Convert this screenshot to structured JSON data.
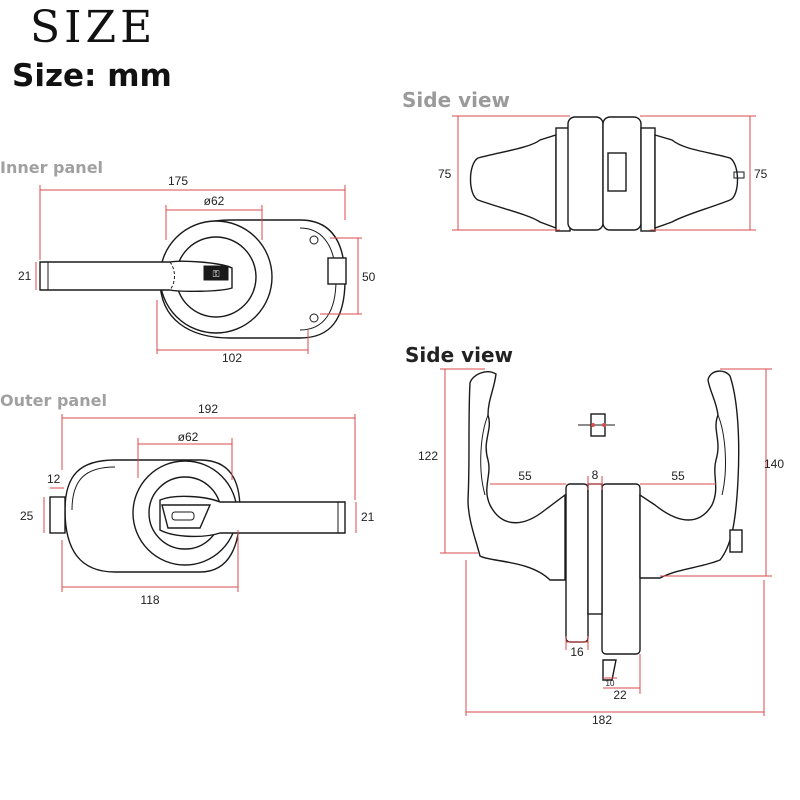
{
  "title": "SIZE",
  "subtitle": "Size: mm",
  "labels": {
    "inner_panel": "Inner panel",
    "outer_panel": "Outer panel",
    "side_view_top": "Side view",
    "side_view_bottom": "Side view"
  },
  "dimensions": {
    "inner": {
      "width": "175",
      "bore": "ø62",
      "height_left": "21",
      "height_right": "50",
      "body_width": "102"
    },
    "outer": {
      "width": "192",
      "bore": "ø62",
      "offset": "12",
      "height_left": "25",
      "height_right": "21",
      "body_width": "118"
    },
    "side_top": {
      "left_height": "75",
      "right_height": "75"
    },
    "side_bottom": {
      "left_height": "122",
      "right_height": "140",
      "left_reach": "55",
      "gap": "8",
      "right_reach": "55",
      "plate": "16",
      "latch": "10",
      "latch_total": "22",
      "total_width": "182"
    }
  },
  "colors": {
    "dimension_line": "#d94a4a",
    "outline": "#1a1a1a",
    "panel_label": "#a0a0a0"
  }
}
